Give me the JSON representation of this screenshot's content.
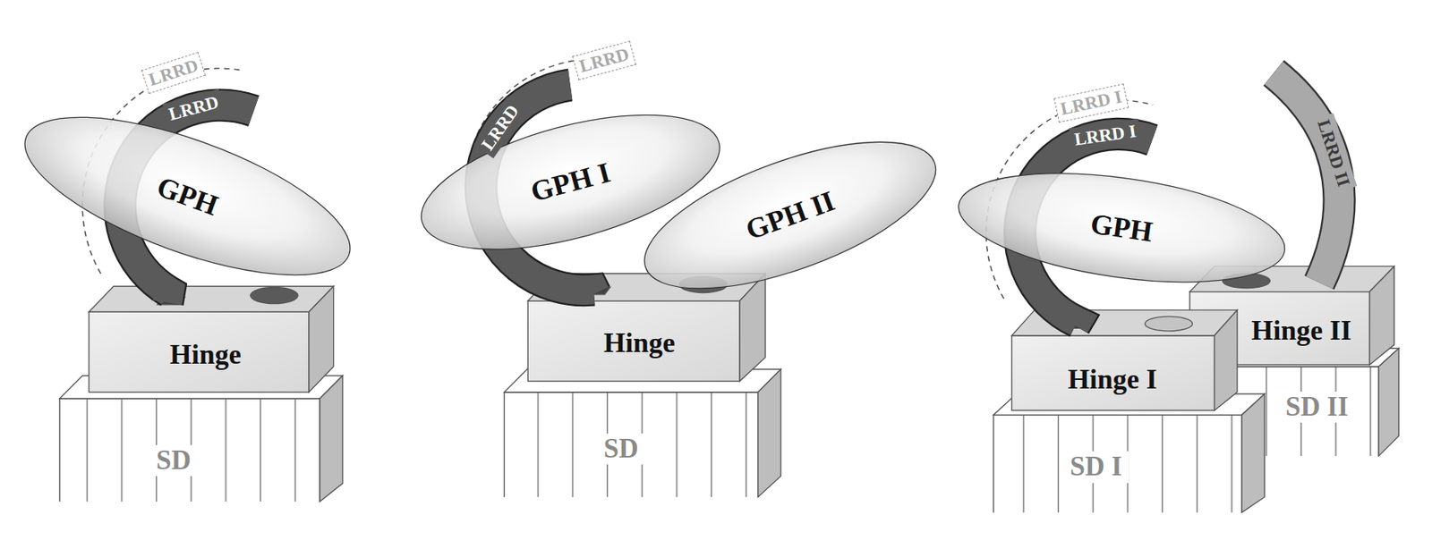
{
  "diagram": {
    "nodes": [
      {
        "text": [
          "LRRD"
        ]
      },
      {
        "text": [
          "LRRD"
        ]
      },
      {
        "text": [
          "GPH"
        ]
      },
      {
        "text": [
          "Hinge"
        ]
      },
      {
        "text": [
          "SD"
        ]
      },
      {
        "text": [
          "LRRD"
        ]
      },
      {
        "text": [
          "LRRD"
        ]
      },
      {
        "text": [
          "GPH I"
        ]
      },
      {
        "text": [
          "GPH II"
        ]
      },
      {
        "text": [
          "Hinge"
        ]
      },
      {
        "text": [
          "SD"
        ]
      },
      {
        "text": [
          "LRRD I"
        ]
      },
      {
        "text": [
          "LRRD I"
        ]
      },
      {
        "text": [
          "LRRD II"
        ]
      },
      {
        "text": [
          "GPH"
        ]
      },
      {
        "text": [
          "Hinge I"
        ]
      },
      {
        "text": [
          "Hinge II"
        ]
      },
      {
        "text": [
          "SD I"
        ]
      },
      {
        "text": [
          "SD II"
        ]
      }
    ]
  }
}
